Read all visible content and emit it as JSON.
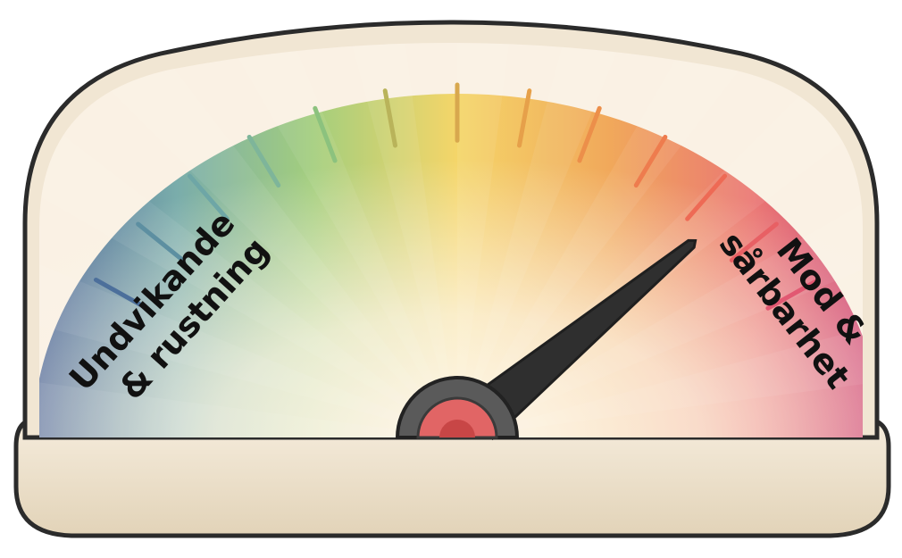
{
  "gauge": {
    "left_label_line1": "Undvikande",
    "left_label_line2": "& rustning",
    "right_label_line1": "Mod &",
    "right_label_line2": "sårbarhet",
    "needle_level": 0.78,
    "colors": {
      "frame_outer": "#2b2b2b",
      "frame_fill": "#f1e6d3",
      "face_bg": "#faf1e4",
      "blue": "#3f5a93",
      "teal": "#6fa7a6",
      "green": "#9ccb74",
      "yellow": "#f4d35e",
      "orange": "#f0a24f",
      "red": "#e0557a",
      "magenta": "#c8326b",
      "needle": "#2f2f2f",
      "hub_outer": "#555555",
      "hub_inner": "#e16565"
    }
  }
}
